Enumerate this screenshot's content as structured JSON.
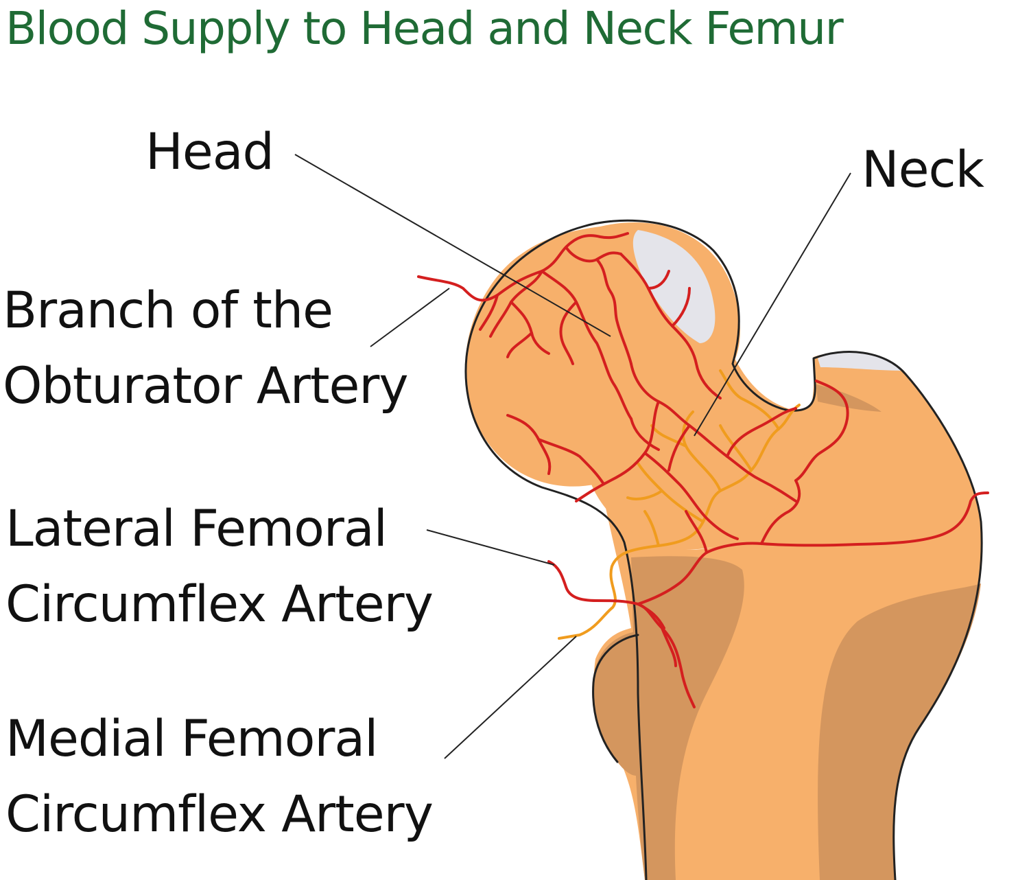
{
  "title": "Blood Supply to Head and Neck Femur",
  "labels": {
    "head": "Head",
    "neck": "Neck",
    "obturator": {
      "line1": "Branch of the",
      "line2": "Obturator Artery"
    },
    "lateral": {
      "line1": "Lateral Femoral",
      "line2": "Circumflex Artery"
    },
    "medial": {
      "line1": "Medial Femoral",
      "line2": "Circumflex Artery"
    }
  },
  "colors": {
    "title": "#1f6b35",
    "bone": "#f7b06b",
    "bone_shadow": "#d4965e",
    "cartilage": "#e4e4ea",
    "artery_red": "#d41f1f",
    "artery_orange": "#f09c1e",
    "outline": "#222222",
    "text": "#111111"
  }
}
